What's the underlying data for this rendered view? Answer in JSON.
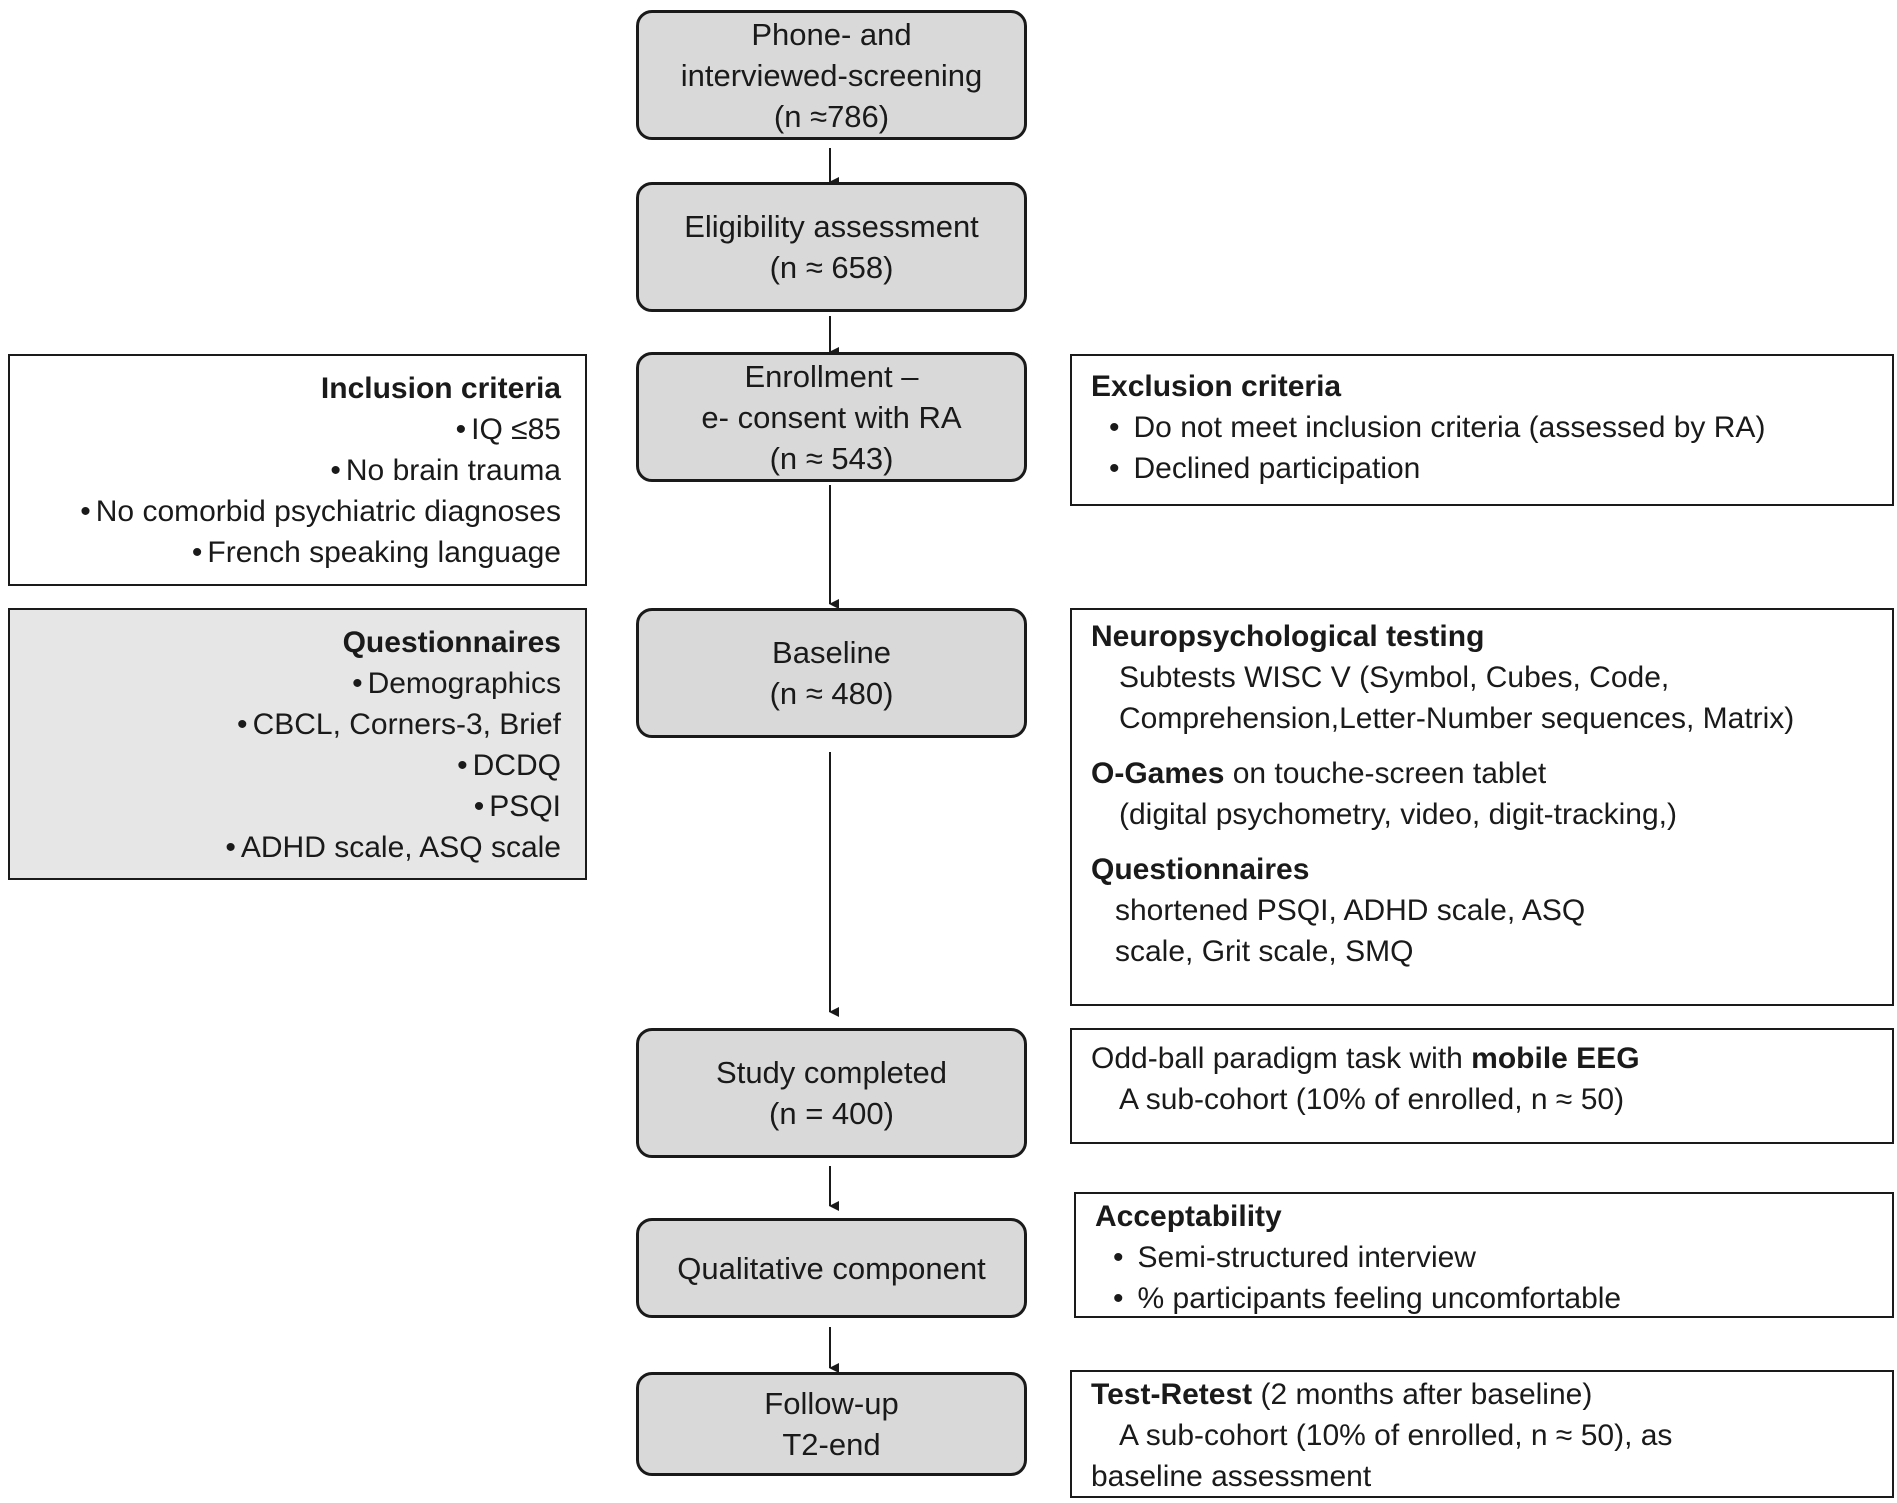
{
  "flow": {
    "screening": {
      "line1": "Phone- and",
      "line2": "interviewed-screening",
      "n": "(n ≈786)"
    },
    "eligibility": {
      "line1": "Eligibility assessment",
      "n": "(n ≈ 658)"
    },
    "enrollment": {
      "line1": "Enrollment –",
      "line2": "e- consent with RA",
      "n": "(n ≈ 543)"
    },
    "baseline": {
      "line1": "Baseline",
      "n": "(n ≈ 480)"
    },
    "completed": {
      "line1": "Study completed",
      "n": "(n = 400)"
    },
    "qualitative": {
      "line1": "Qualitative component"
    },
    "followup": {
      "line1": "Follow-up",
      "line2": "T2-end"
    }
  },
  "inclusion": {
    "title": "Inclusion criteria",
    "items": [
      "IQ ≤85",
      "No brain trauma",
      "No comorbid psychiatric diagnoses",
      "French speaking language"
    ]
  },
  "questionnaires_left": {
    "title": "Questionnaires",
    "items": [
      "Demographics",
      "CBCL, Corners-3, Brief",
      "DCDQ",
      "PSQI",
      "ADHD scale, ASQ scale"
    ]
  },
  "exclusion": {
    "title": "Exclusion criteria",
    "items": [
      "Do not meet inclusion criteria (assessed by RA)",
      "Declined participation"
    ]
  },
  "baseline_detail": {
    "neuro_title": "Neuropsychological testing",
    "neuro_lines": [
      "Subtests WISC V (Symbol, Cubes, Code,",
      "Comprehension,Letter-Number sequences, Matrix)"
    ],
    "ogames_bold": "O-Games",
    "ogames_rest": " on touche-screen tablet",
    "ogames_line": "(digital psychometry, video, digit-tracking,)",
    "quest_title": "Questionnaires",
    "quest_lines": [
      "shortened PSQI, ADHD scale, ASQ",
      "scale, Grit scale, SMQ"
    ]
  },
  "eeg": {
    "plain": "Odd-ball paradigm task with ",
    "bold": "mobile EEG",
    "line2": "A sub-cohort (10% of enrolled, n ≈ 50)"
  },
  "acceptability": {
    "title": "Acceptability",
    "items": [
      "Semi-structured interview",
      "% participants feeling uncomfortable"
    ]
  },
  "retest": {
    "bold": "Test-Retest",
    "rest": " (2 months after baseline)",
    "line2": "A sub-cohort (10% of enrolled, n ≈ 50), as",
    "line3": "baseline assessment"
  },
  "colors": {
    "box_fill": "#d9d9d9",
    "grey_panel": "#e6e6e6",
    "stroke": "#1a1a1a"
  }
}
